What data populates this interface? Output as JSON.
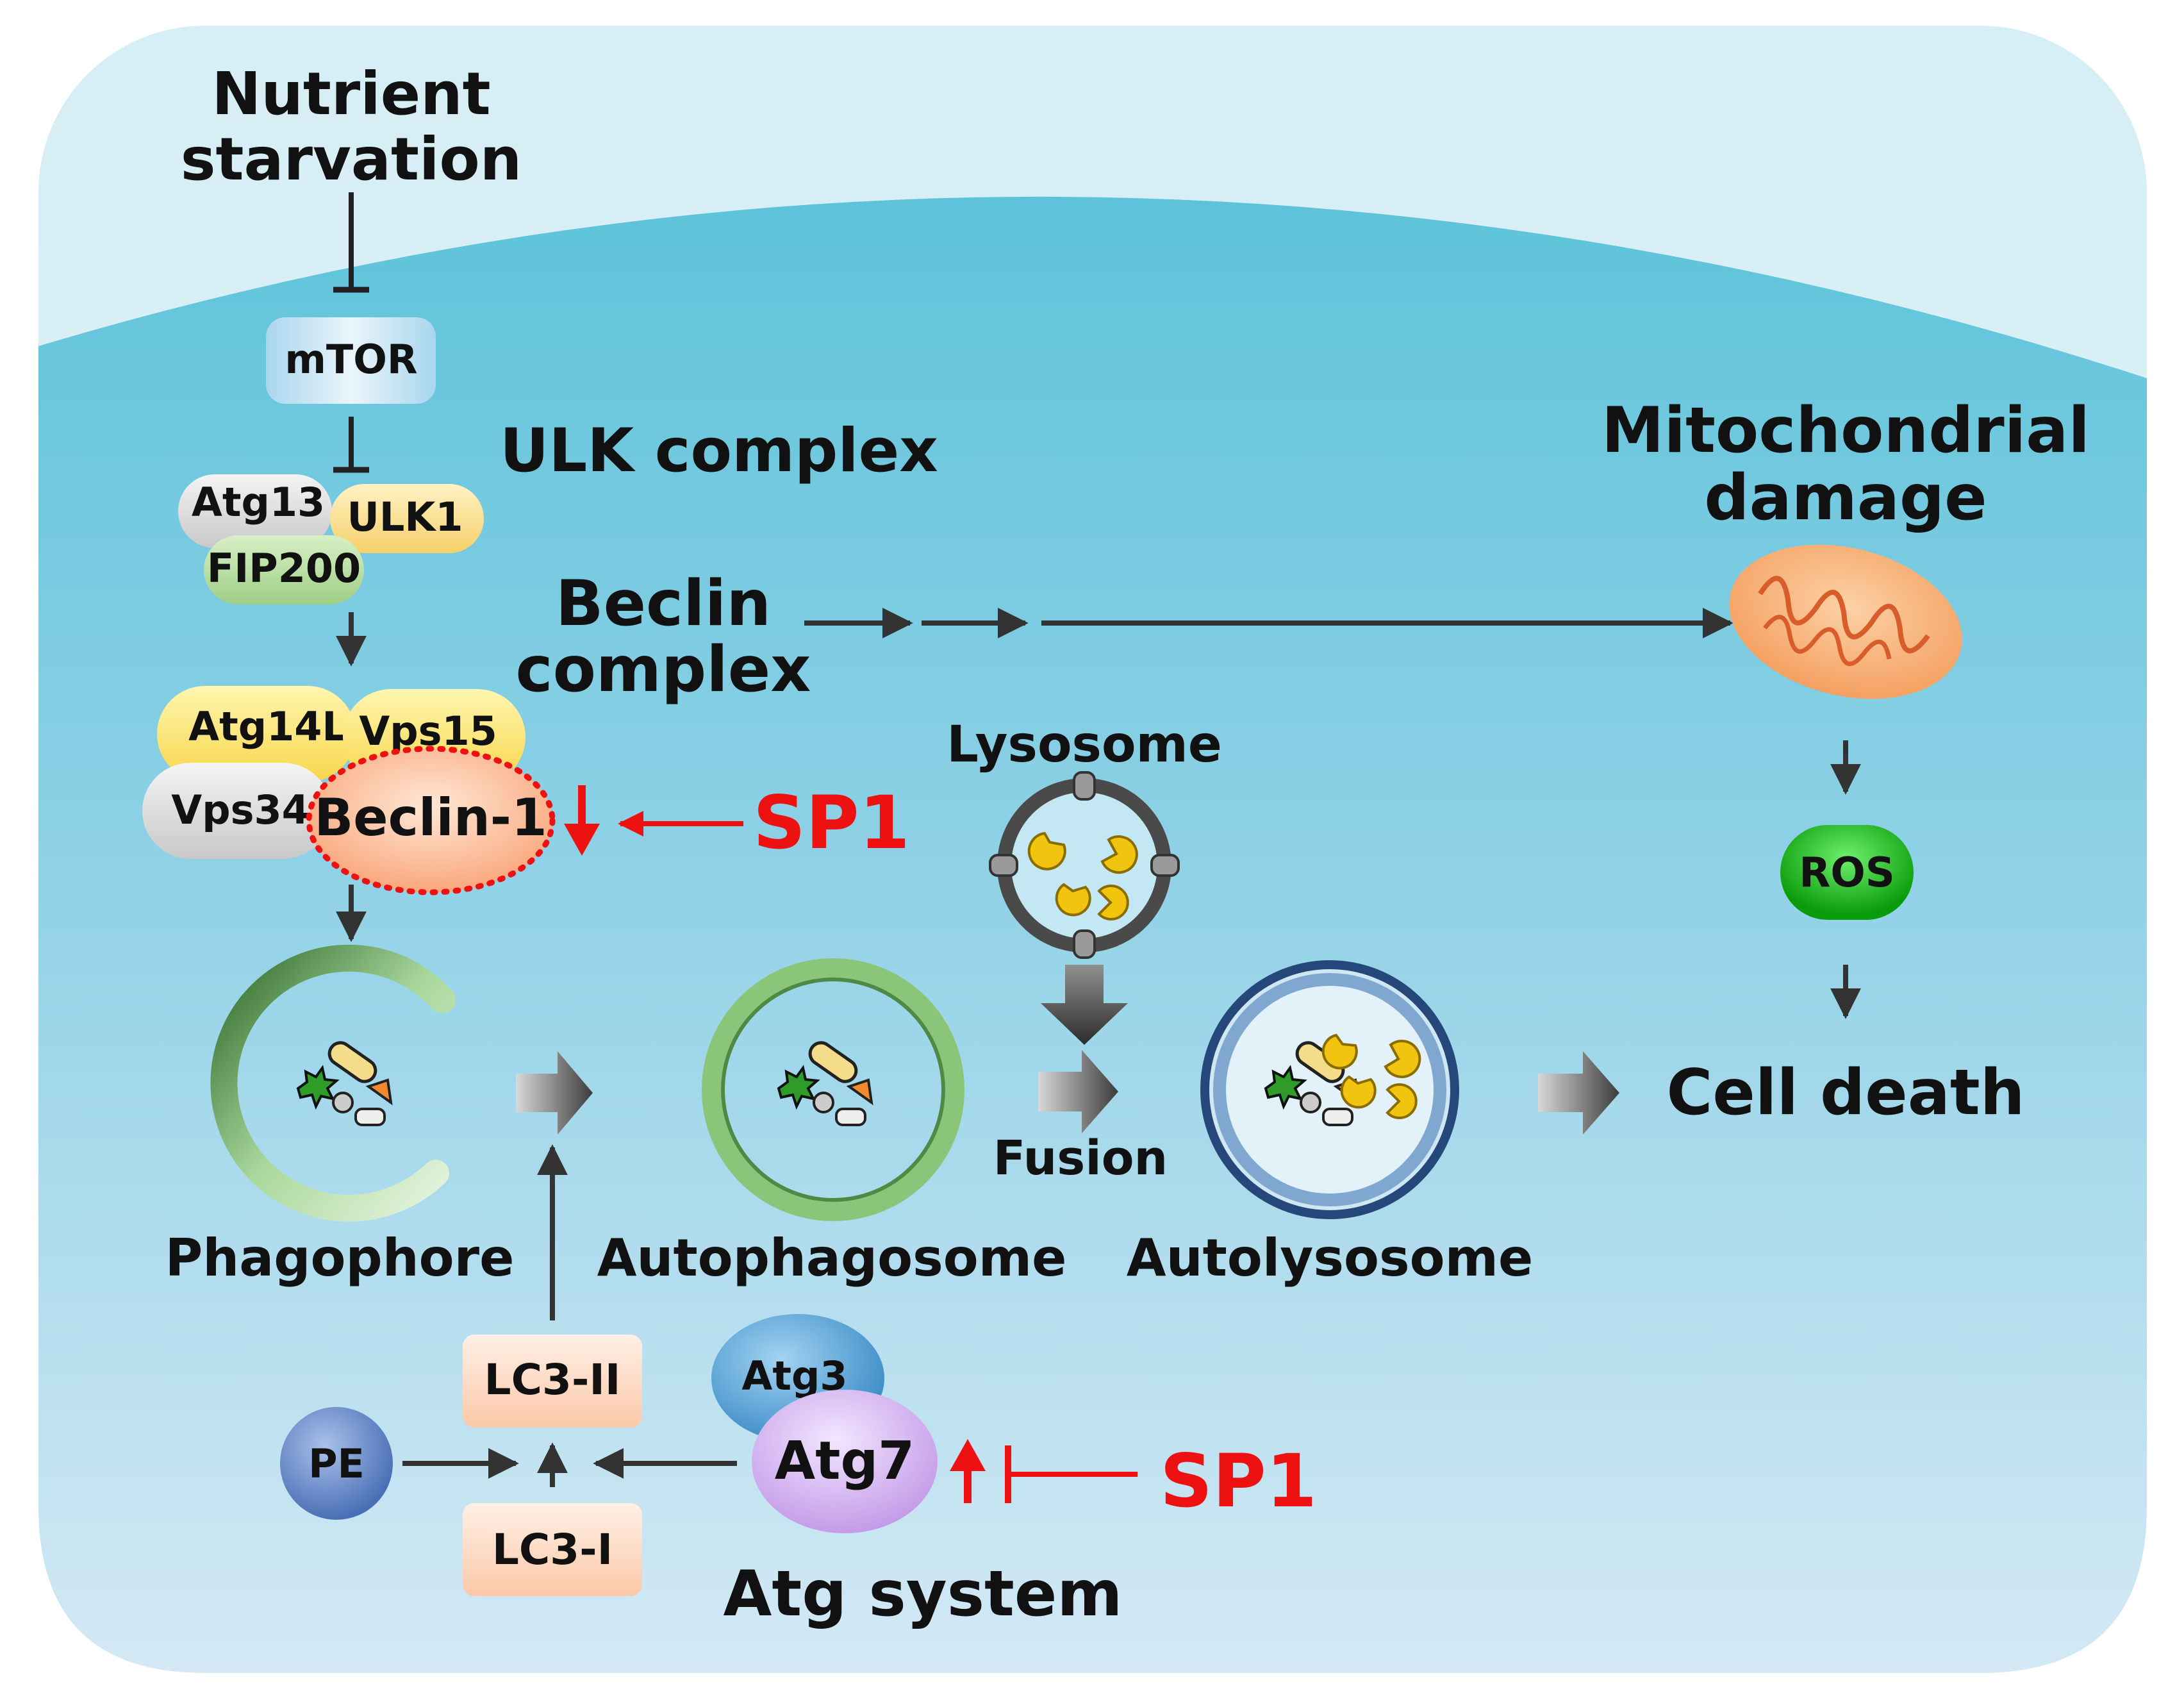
{
  "labels": {
    "nutrient_line1": "Nutrient",
    "nutrient_line2": "starvation",
    "mtor": "mTOR",
    "ulk_complex": "ULK complex",
    "atg13": "Atg13",
    "ulk1": "ULK1",
    "fip200": "FIP200",
    "beclin_line1": "Beclin",
    "beclin_line2": "complex",
    "atg14l": "Atg14L",
    "vps15": "Vps15",
    "vps34": "Vps34",
    "beclin1": "Beclin-1",
    "sp1_top": "SP1",
    "mito_line1": "Mitochondrial",
    "mito_line2": "damage",
    "lysosome": "Lysosome",
    "ros": "ROS",
    "phagophore": "Phagophore",
    "autophagosome": "Autophagosome",
    "fusion": "Fusion",
    "autolysosome": "Autolysosome",
    "cell_death": "Cell death",
    "lc3_2": "LC3-II",
    "lc3_1": "LC3-I",
    "pe": "PE",
    "atg3": "Atg3",
    "atg7": "Atg7",
    "sp1_bottom": "SP1",
    "atg_system": "Atg system"
  },
  "colors": {
    "cell_top": "#69c6dc",
    "cell_bottom": "#cde6f4",
    "outer_bg": "#dff1f7",
    "inhibit_red": "#ee1111",
    "arrow_dark": "#333333",
    "ros_green": "#19b219",
    "mito_orange": "#f7a86a"
  }
}
